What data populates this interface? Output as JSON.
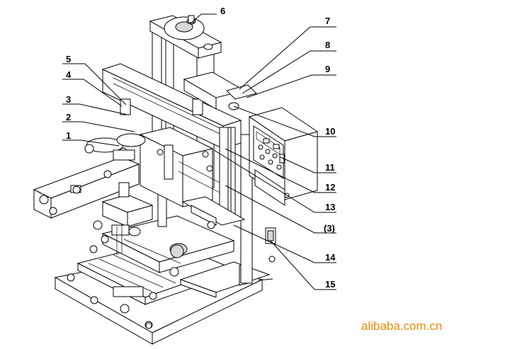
{
  "diagram": {
    "callouts": [
      "6",
      "7",
      "8",
      "9",
      "5",
      "4",
      "3",
      "2",
      "1",
      "10",
      "11",
      "12",
      "13",
      "(3)",
      "14",
      "15"
    ],
    "watermark": "alibaba.com.cn"
  }
}
